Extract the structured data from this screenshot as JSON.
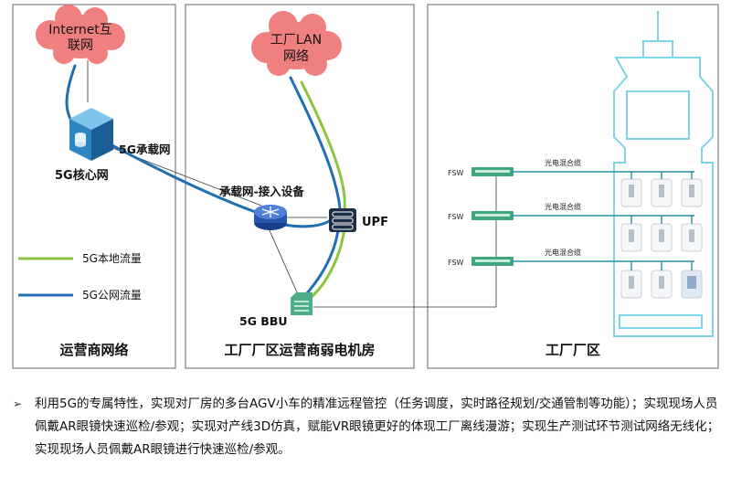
{
  "zones": {
    "operator": "运营商网络",
    "weak_room": "工厂厂区运营商弱电机房",
    "factory": "工厂厂区"
  },
  "clouds": {
    "internet_line1": "Internet互",
    "internet_line2": "联网",
    "lan_line1": "工厂LAN",
    "lan_line2": "网络"
  },
  "nodes": {
    "core": "5G核心网",
    "bearer_net": "5G承载网",
    "bearer_device": "承载网-接入设备",
    "upf": "UPF",
    "bbu": "5G BBU"
  },
  "legend": {
    "local": "5G本地流量",
    "public": "5G公网流量"
  },
  "fsw": [
    "FSW",
    "FSW",
    "FSW"
  ],
  "cable": [
    "光电混合缆",
    "光电混合缆",
    "光电混合缆"
  ],
  "colors": {
    "green_flow": "#8cc63f",
    "blue_flow": "#1f6fb2",
    "core_blue": "#2e86c1",
    "cloud_pink": "#f08080",
    "factory_cyan": "#7fd3e6",
    "switch_green": "#4caf8a"
  },
  "bullets": [
    "利用5G的专属特性，实现对厂房的多台AGV小车的精准远程管控（任务调度，实时路径规划/交通管制等功能）；实现现场人员佩戴AR眼镜快速巡检/参观；实现对产线3D仿真，赋能VR眼镜更好的体现工厂离线漫游；实现生产测试环节测试网络无线化；实现现场人员佩戴AR眼镜进行快速巡检/参观。"
  ]
}
